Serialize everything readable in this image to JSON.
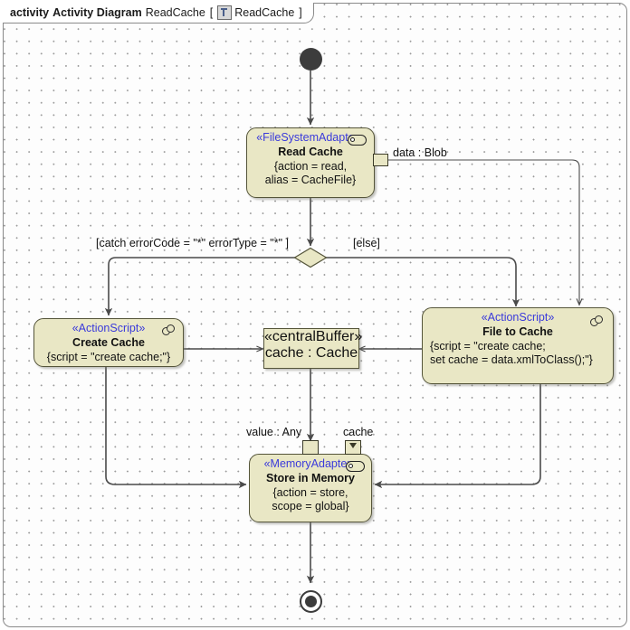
{
  "frame": {
    "keyword": "activity",
    "diagram_kind": "Activity Diagram",
    "diagram_name": "ReadCache",
    "bracket_open": "[",
    "icon": "activity-diagram-icon",
    "context_name": "ReadCache",
    "bracket_close": "]"
  },
  "nodes": {
    "initial": {
      "name": "initial-node"
    },
    "read_cache": {
      "stereotype": "«FileSystemAdapter»",
      "name": "Read Cache",
      "body": "{action = read,\nalias = CacheFile}",
      "glyph": "adapter-pill-icon"
    },
    "decision": {
      "name": "decision-node"
    },
    "create_cache": {
      "stereotype": "«ActionScript»",
      "name": "Create Cache",
      "body": "{script = \"create cache;\"}",
      "glyph": "script-gears-icon"
    },
    "central_buffer": {
      "stereotype": "«centralBuffer»",
      "name": "cache : Cache"
    },
    "file_to_cache": {
      "stereotype": "«ActionScript»",
      "name": "File to Cache",
      "body": "{script = \"create cache;\nset cache = data.xmlToClass();\"}",
      "glyph": "script-gears-icon"
    },
    "store_in_memory": {
      "stereotype": "«MemoryAdapter»",
      "name": "Store in Memory",
      "body": "{action = store,\nscope = global}",
      "glyph": "adapter-pill-icon"
    },
    "final": {
      "name": "activity-final-node"
    }
  },
  "pins": {
    "data_blob": {
      "label": "data : Blob"
    },
    "value_any": {
      "label": "value : Any"
    },
    "cache_in": {
      "label": "cache"
    }
  },
  "guards": {
    "catch": "[catch errorCode = \"*\" errorType = \"*\" ]",
    "else": "[else]"
  },
  "colors": {
    "node_fill": "#e9e7c5",
    "node_border": "#55553a",
    "stereotype_text": "#3a3adb",
    "edge": "#4a4a4a",
    "canvas": "#ffffff",
    "frame_border": "#8a8a8a"
  }
}
